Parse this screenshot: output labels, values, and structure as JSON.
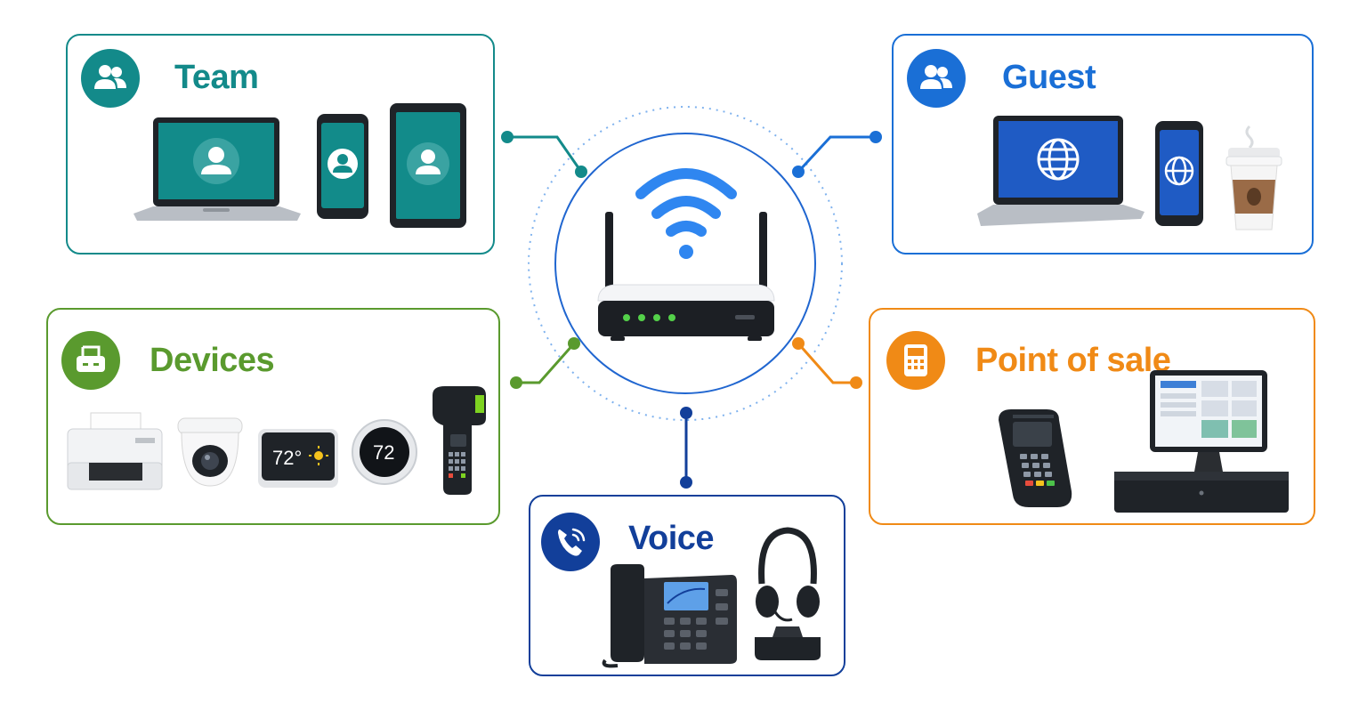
{
  "colors": {
    "team": "#138a8a",
    "guest": "#1a6fd6",
    "devices": "#5a9a2e",
    "pos": "#f08a16",
    "voice": "#123f9a",
    "wifi": "#2f86f0"
  },
  "groups": {
    "team": {
      "title": "Team",
      "icon": "users-icon"
    },
    "guest": {
      "title": "Guest",
      "icon": "users-icon"
    },
    "devices": {
      "title": "Devices",
      "icon": "printer-icon"
    },
    "pos": {
      "title": "Point of sale",
      "icon": "calculator-icon"
    },
    "voice": {
      "title": "Voice",
      "icon": "phone-ringing-icon"
    }
  },
  "devices": {
    "thermostat_display": "72°",
    "nest_display": "72"
  }
}
